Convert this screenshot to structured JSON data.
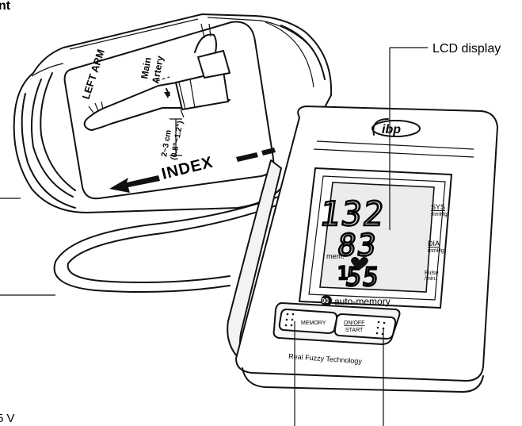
{
  "labels": {
    "lcd_display": "LCD display",
    "top_left_fragment": "nt",
    "bottom_left_fragment": "5 V"
  },
  "cuff": {
    "side_label": "LEFT ARM",
    "artery_label_1": "Main",
    "artery_label_2": "Artery",
    "measure_cm": "2~3 cm",
    "measure_in": "(0.8\"~1.2\")",
    "index_label": "INDEX"
  },
  "device": {
    "brand_logo": "ibp",
    "display": {
      "systolic": "132",
      "diastolic": "83",
      "pulse": "55",
      "memory_label": "mem.",
      "memory_number": "1",
      "sys_label": "SYS",
      "sys_unit": "mmHg",
      "dia_label": "DIA",
      "dia_unit": "mmHg",
      "pulse_label": "Pulse",
      "pulse_unit": "/min."
    },
    "memory_badge": "90",
    "auto_memory_label": "auto-memory",
    "buttons": {
      "memory": "MEMORY",
      "onoff_line1": "ON/OFF",
      "onoff_line2": "START"
    },
    "technology_label": "Real Fuzzy Technology"
  }
}
